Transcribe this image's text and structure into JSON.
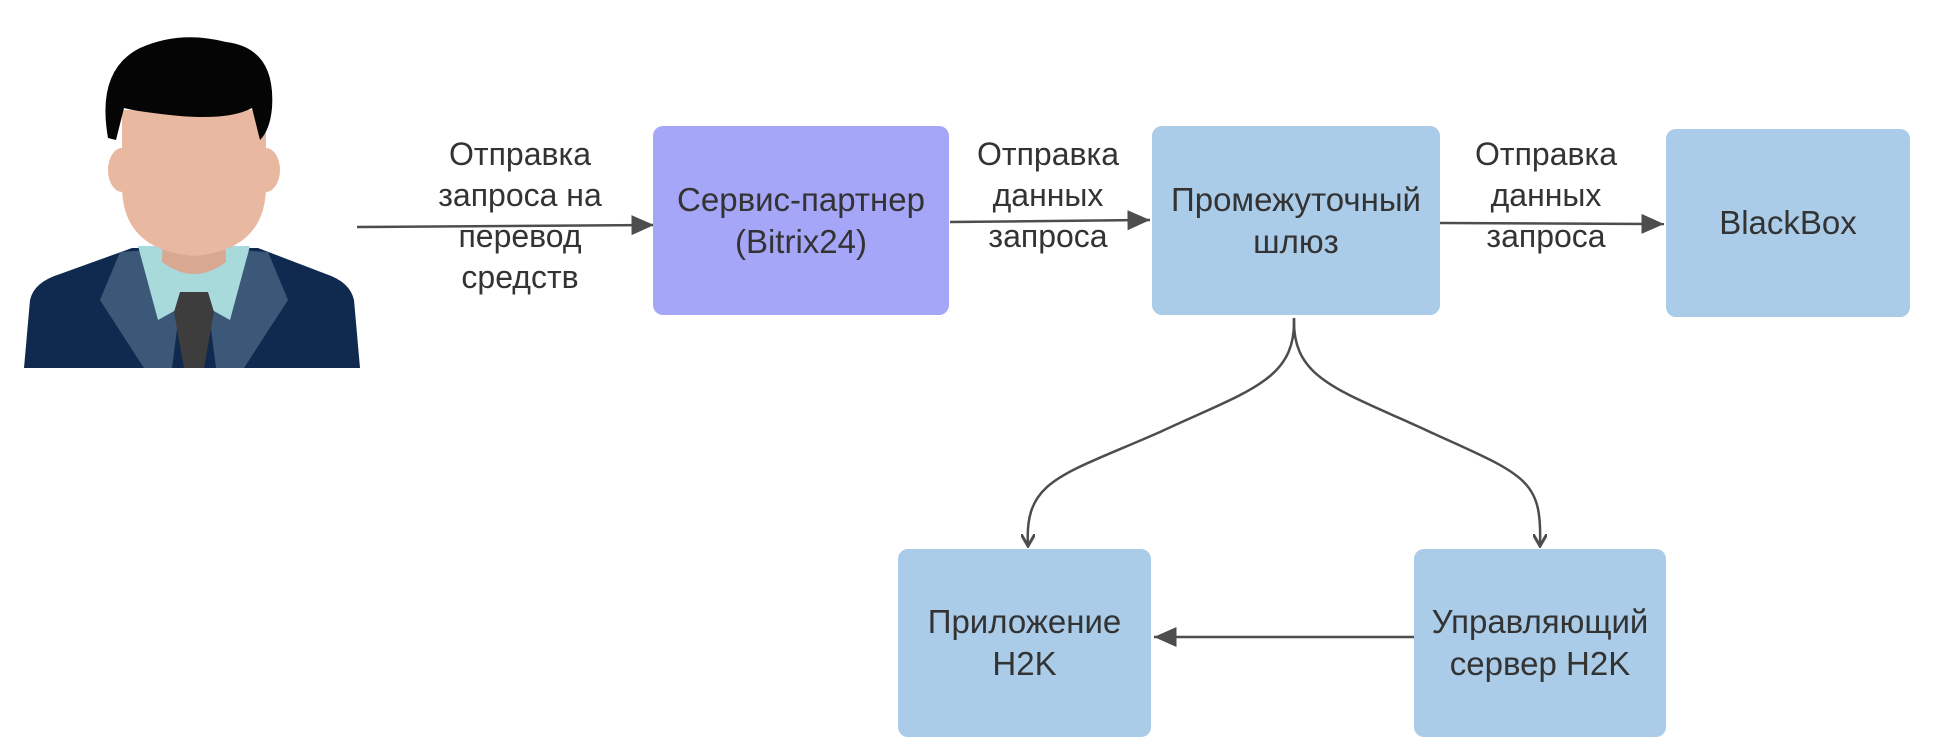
{
  "colors": {
    "partner_fill": "#a6a6f8",
    "node_fill": "#abcce8",
    "edge_stroke": "#4d4d4d",
    "text": "#333333",
    "suit": "#0f2a4e",
    "lapel": "#3c5878",
    "shirt": "#a8dadc",
    "tie": "#3d3d3d",
    "skin": "#e8b8a0",
    "hair": "#050505"
  },
  "user": {
    "icon": "businessman-icon"
  },
  "nodes": {
    "partner": {
      "label": "Сервис-партнер\n(Bitrix24)"
    },
    "gateway": {
      "label": "Промежуточный\nшлюз"
    },
    "blackbox": {
      "label": "BlackBox"
    },
    "app": {
      "label": "Приложение\nH2K"
    },
    "server": {
      "label": "Управляющий\nсервер H2K"
    }
  },
  "edges": {
    "user_to_partner": {
      "label": "Отправка\nзапроса на\nперевод\nсредств"
    },
    "partner_to_gateway": {
      "label": "Отправка\nданных\nзапроса"
    },
    "gateway_to_blackbox": {
      "label": "Отправка\nданных\nзапроса"
    }
  }
}
